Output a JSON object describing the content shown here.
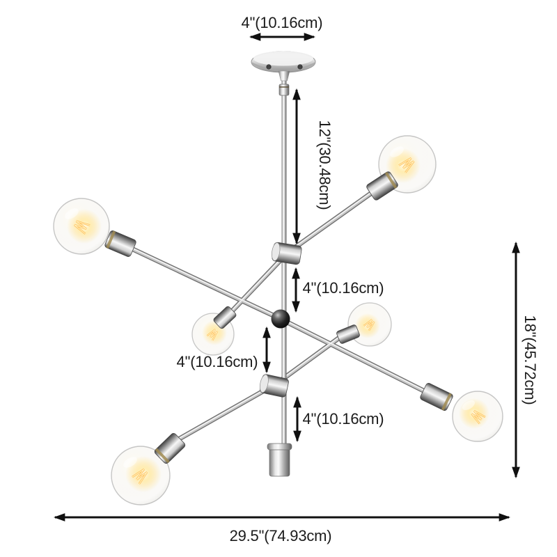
{
  "diagram": {
    "type": "product-dimension-diagram",
    "subject": "6-light adjustable sputnik chandelier, chrome finish",
    "bulb_count": 6,
    "labels": {
      "canopy_width": "4\"(10.16cm)",
      "drop_length": "12\"(30.48cm)",
      "gap_upper": "4\"(10.16cm)",
      "gap_left": "4\"(10.16cm)",
      "gap_lower": "4\"(10.16cm)",
      "total_height": "18\"(45.72cm)",
      "total_width": "29.5\"(74.93cm)"
    },
    "colors": {
      "background": "#ffffff",
      "text": "#1b1b1b",
      "arrow": "#101010",
      "chrome_highlight": "#f5f5f5",
      "chrome_shadow": "#6e6e6e",
      "bulb_glow": "#ffedb2",
      "filament": "#ffc85e",
      "joint_ball": "#1d1d1d"
    }
  }
}
